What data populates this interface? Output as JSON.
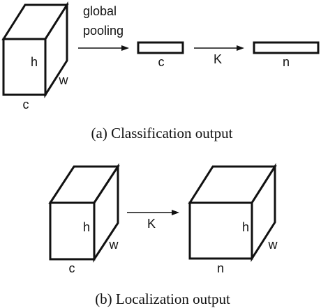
{
  "panel_a": {
    "caption": "(a) Classification output",
    "input_volume": {
      "height_label": "h",
      "width_label": "w",
      "channels_label": "c"
    },
    "operation_label_line1": "global",
    "operation_label_line2": "pooling",
    "pooled_vector_label": "c",
    "kernel_label": "K",
    "output_vector_label": "n"
  },
  "panel_b": {
    "caption": "(b) Localization output",
    "input_volume": {
      "height_label": "h",
      "width_label": "w",
      "channels_label": "c"
    },
    "kernel_label": "K",
    "output_volume": {
      "height_label": "h",
      "width_label": "w",
      "channels_label": "n"
    }
  },
  "colors": {
    "stroke": "#111111",
    "background": "#ffffff"
  }
}
